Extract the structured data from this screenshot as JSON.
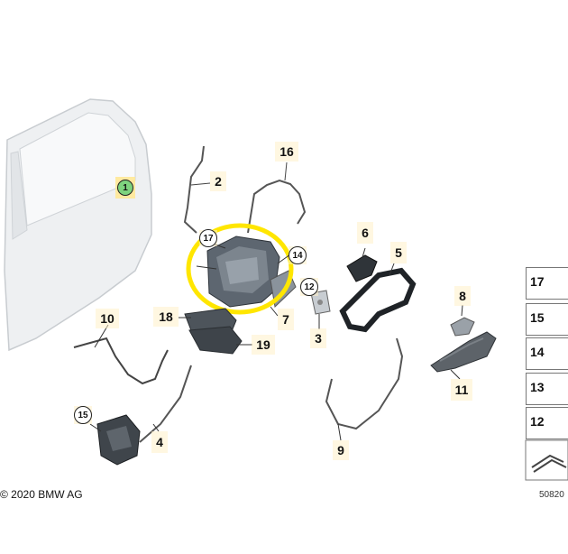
{
  "labels": {
    "p1": "1",
    "p2": "2",
    "p3": "3",
    "p4": "4",
    "p5": "5",
    "p6": "6",
    "p7": "7",
    "p8": "8",
    "p9": "9",
    "p10": "10",
    "p11": "11",
    "p12": "12",
    "p14": "14",
    "p15": "15",
    "p16": "16",
    "p17": "17",
    "p18": "18",
    "p19": "19"
  },
  "legend": {
    "i17": "17",
    "i15": "15",
    "i14": "14",
    "i13": "13",
    "i12": "12"
  },
  "copyright": "© 2020 BMW AG",
  "diagram_number": "50820",
  "colors": {
    "highlight": "#ffe600",
    "callout_bg": "#fff0c8",
    "active_part": "#7ed37e"
  }
}
